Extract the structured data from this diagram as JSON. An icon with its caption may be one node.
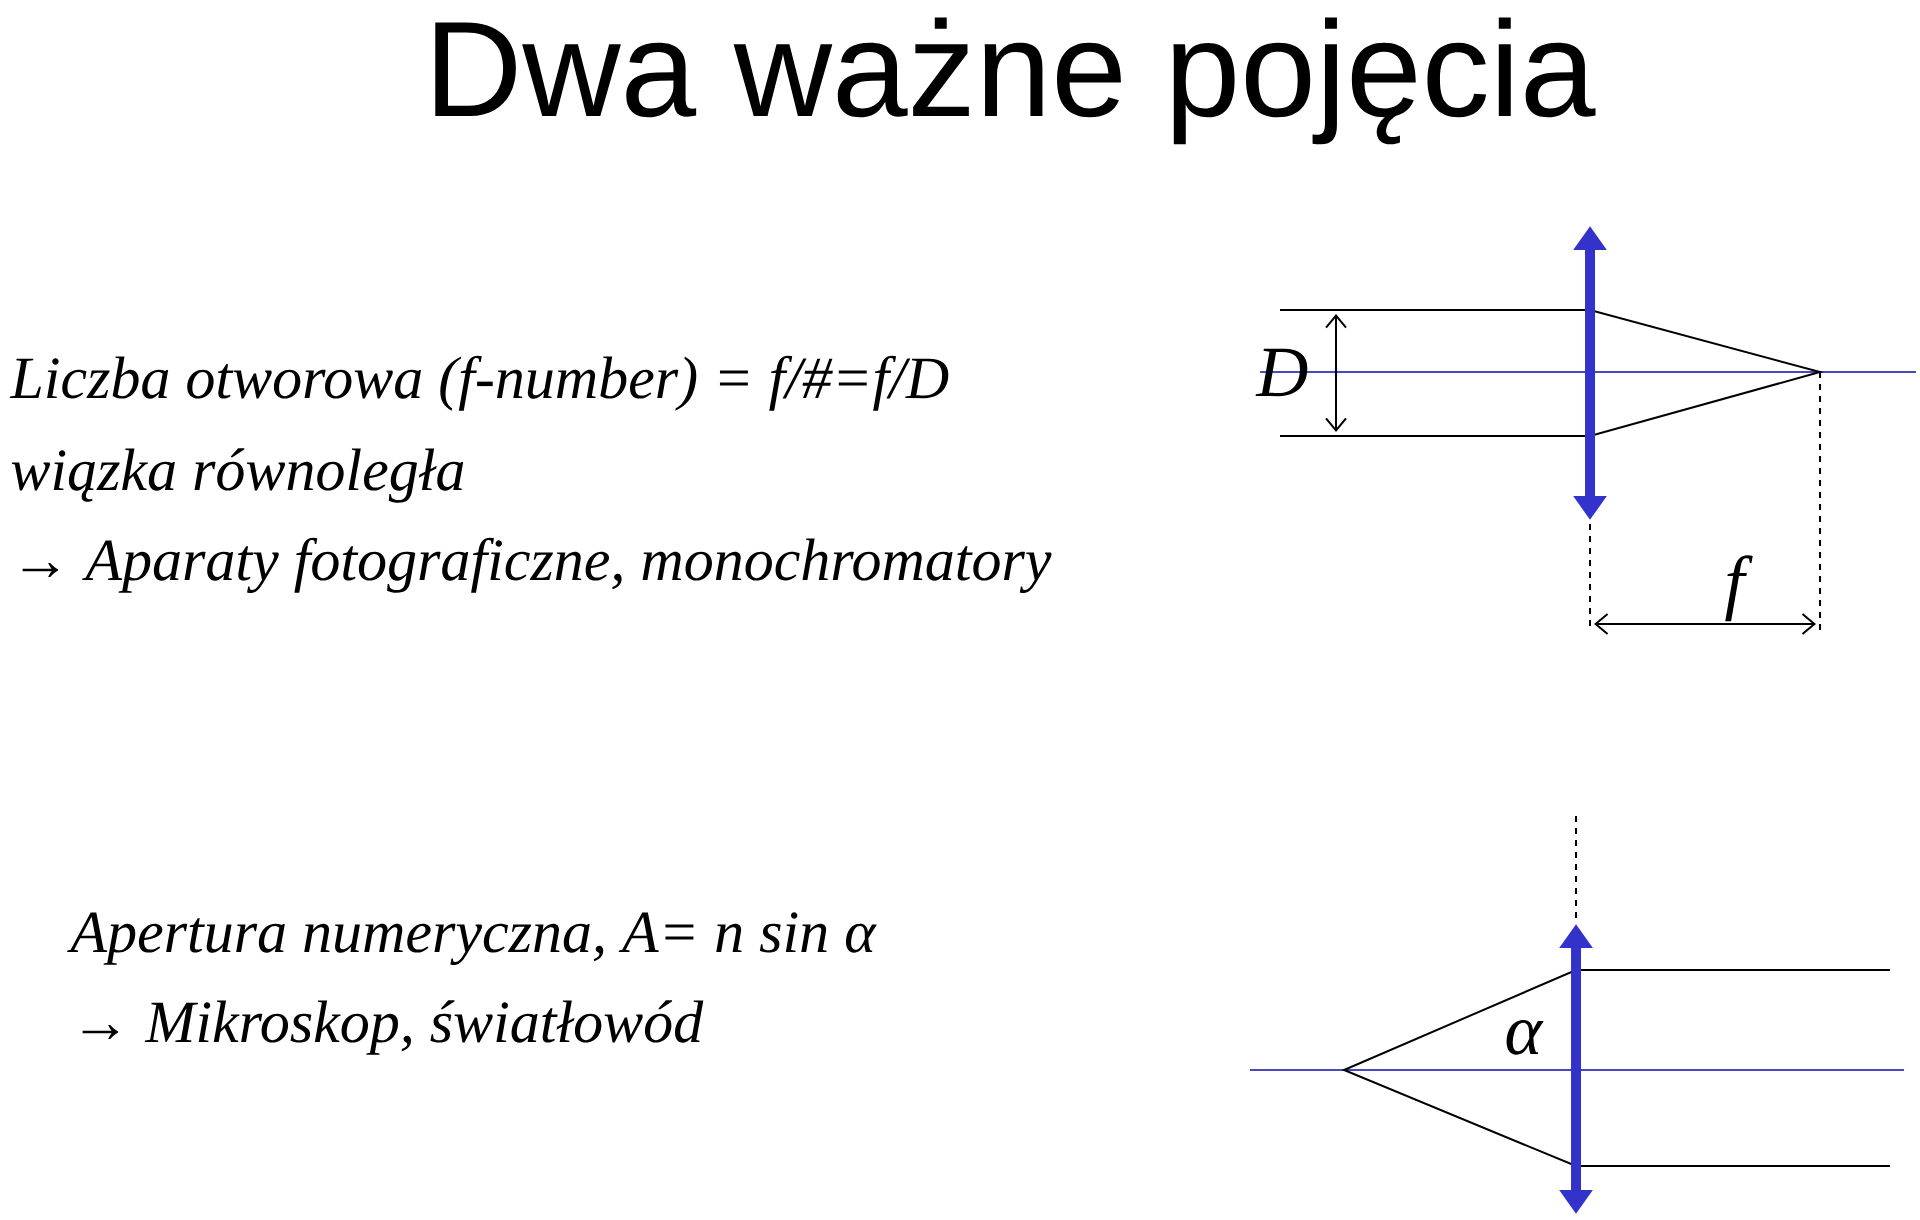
{
  "diagram": {
    "title": "Dwa ważne pojęcia",
    "labels": [
      "Liczba otworowa (f-number) = f/#=f/D",
      "wiązka równoległa",
      "→ Aparaty fotograficzne, monochromatory",
      "D",
      "f",
      "Apertura numeryczna, A= n sin α",
      "→ Mikroskop, światłowód",
      "α"
    ]
  }
}
